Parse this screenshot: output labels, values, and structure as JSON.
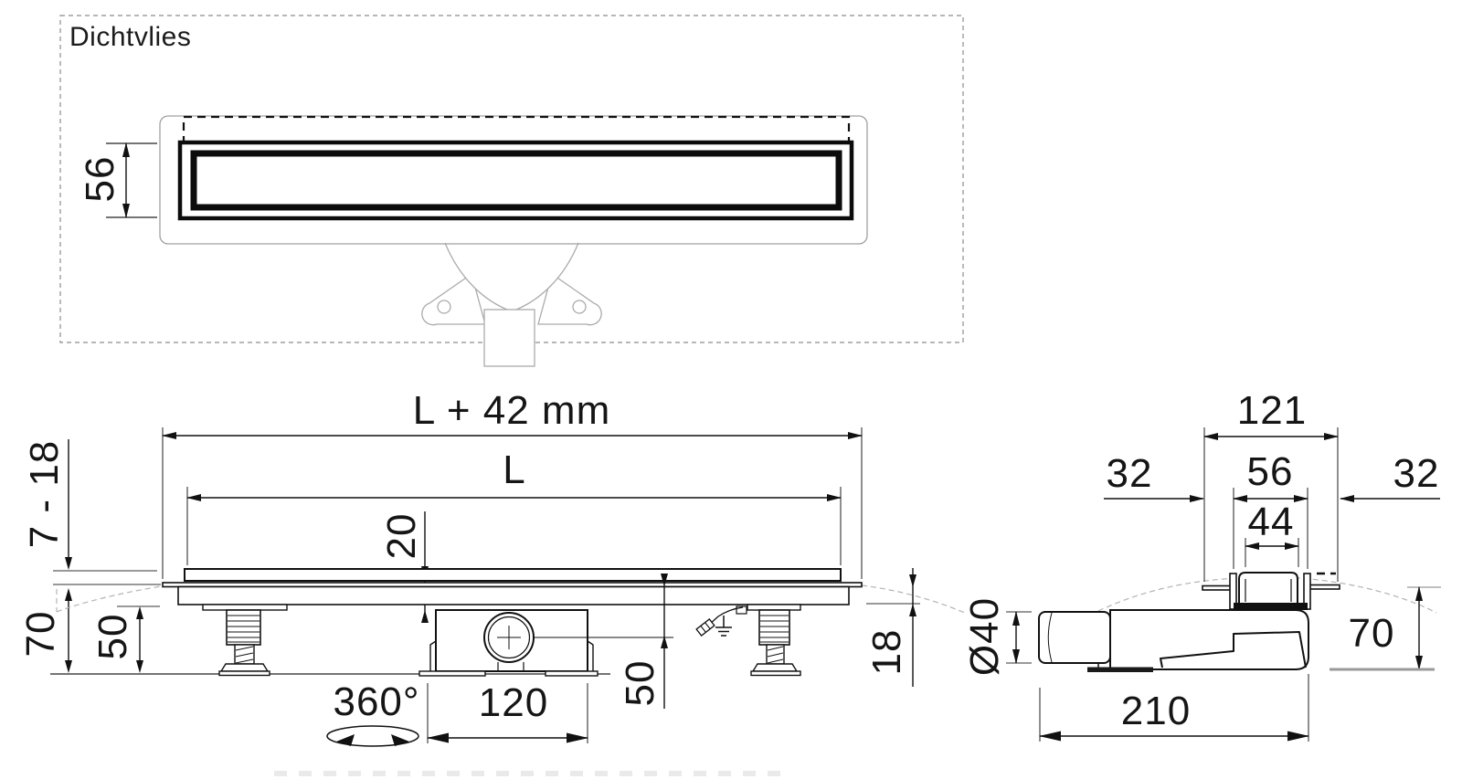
{
  "drawing": {
    "type": "technical-drawing",
    "product": "linear shower drain channel",
    "colors": {
      "line": "#111111",
      "gray_line": "#a9a9a9",
      "dashed_gray": "#b3b3b3"
    }
  },
  "top_view": {
    "title": "Dichtvlies",
    "dims": {
      "channel_height": "56"
    }
  },
  "side_view": {
    "dims": {
      "total_length": "L + 42 mm",
      "grate_length": "L",
      "grate_depth": "20",
      "tile_adjust_range": "7 - 18",
      "install_height": "70",
      "foot_height": "50",
      "rotation": "360°",
      "trap_width": "120",
      "outlet_center_depth": "50",
      "flange_to_bottom": "18"
    }
  },
  "end_view": {
    "dims": {
      "flange_width": "121",
      "side_margin_left": "32",
      "channel_width": "56",
      "grate_width": "44",
      "side_margin_right": "32",
      "pipe_diameter": "Ø40",
      "trap_height": "70",
      "trap_length": "210"
    }
  }
}
